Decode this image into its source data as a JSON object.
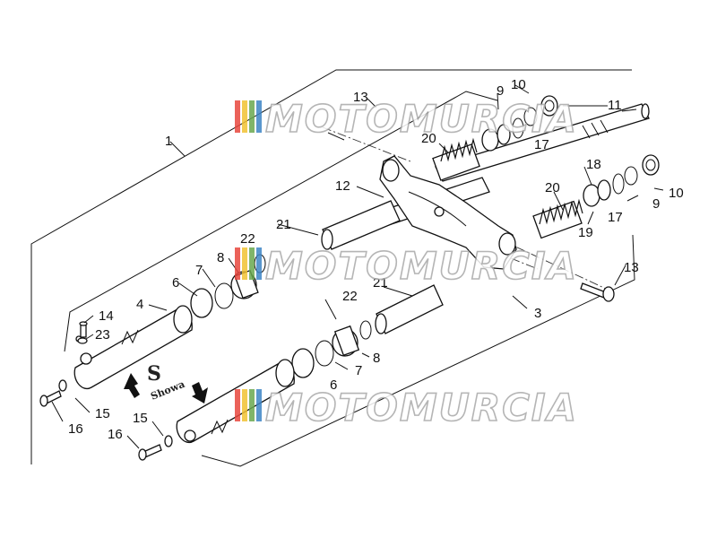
{
  "watermark": {
    "text": "MOTOMURCIA",
    "stripe_colors": [
      "#e8473d",
      "#f1c232",
      "#6aa84f",
      "#3d85c6"
    ]
  },
  "brand": {
    "logo_letter": "S",
    "logo_word": "Showa"
  },
  "callouts": [
    {
      "id": "c1",
      "label": "1"
    },
    {
      "id": "c3",
      "label": "3"
    },
    {
      "id": "c4",
      "label": "4"
    },
    {
      "id": "c6a",
      "label": "6"
    },
    {
      "id": "c6b",
      "label": "6"
    },
    {
      "id": "c7a",
      "label": "7"
    },
    {
      "id": "c7b",
      "label": "7"
    },
    {
      "id": "c8a",
      "label": "8"
    },
    {
      "id": "c8b",
      "label": "8"
    },
    {
      "id": "c9a",
      "label": "9"
    },
    {
      "id": "c9b",
      "label": "9"
    },
    {
      "id": "c10a",
      "label": "10"
    },
    {
      "id": "c10b",
      "label": "10"
    },
    {
      "id": "c11",
      "label": "11"
    },
    {
      "id": "c12",
      "label": "12"
    },
    {
      "id": "c13a",
      "label": "13"
    },
    {
      "id": "c13b",
      "label": "13"
    },
    {
      "id": "c14",
      "label": "14"
    },
    {
      "id": "c15a",
      "label": "15"
    },
    {
      "id": "c15b",
      "label": "15"
    },
    {
      "id": "c16a",
      "label": "16"
    },
    {
      "id": "c16b",
      "label": "16"
    },
    {
      "id": "c17a",
      "label": "17"
    },
    {
      "id": "c17b",
      "label": "17"
    },
    {
      "id": "c18",
      "label": "18"
    },
    {
      "id": "c19",
      "label": "19"
    },
    {
      "id": "c20a",
      "label": "20"
    },
    {
      "id": "c20b",
      "label": "20"
    },
    {
      "id": "c21a",
      "label": "21"
    },
    {
      "id": "c21b",
      "label": "21"
    },
    {
      "id": "c22a",
      "label": "22"
    },
    {
      "id": "c22b",
      "label": "22"
    },
    {
      "id": "c23",
      "label": "23"
    }
  ]
}
